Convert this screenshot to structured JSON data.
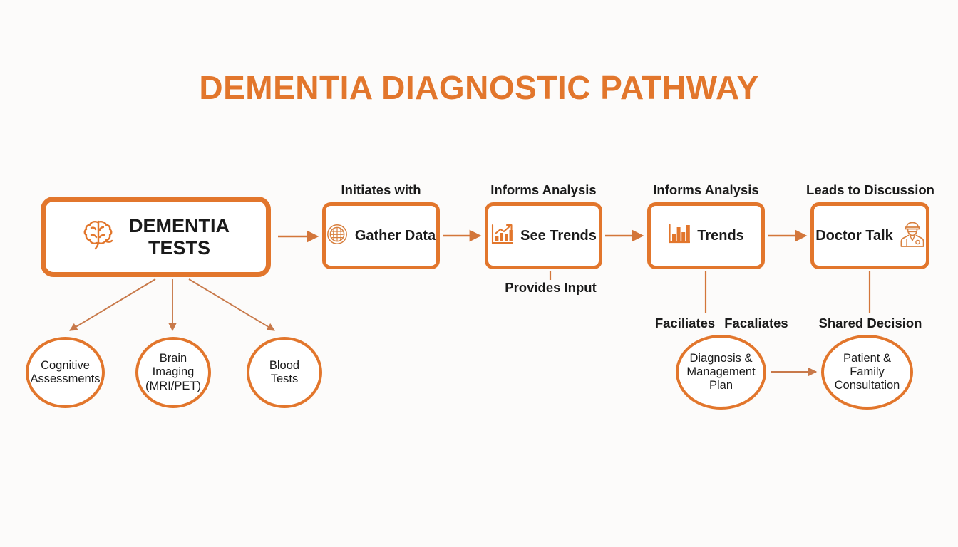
{
  "title": "DEMENTIA DIAGNOSTIC PATHWAY",
  "colors": {
    "accent": "#E2762C",
    "text": "#1A1A1A",
    "background": "#FCFBFA",
    "card": "#FFFFFF"
  },
  "main_node": {
    "label_line1": "DEMENTIA",
    "label_line2": "TESTS",
    "icon": "brain-icon"
  },
  "test_circles": [
    {
      "label": "Cognitive Assessments",
      "line1": "Cognitive",
      "line2": "Assessments",
      "line3": ""
    },
    {
      "label": "Brain Imaging (MRI/PET)",
      "line1": "Brain",
      "line2": "Imaging",
      "line3": "(MRI/PET)"
    },
    {
      "label": "Blood Tests",
      "line1": "Blood",
      "line2": "Tests",
      "line3": ""
    }
  ],
  "flow_steps": [
    {
      "caption": "Initiates with",
      "label": "Gather Data",
      "icon": "brain-circle-icon",
      "icon_side": "left"
    },
    {
      "caption": "Informs Analysis",
      "label": "See Trends",
      "icon": "trend-chart-icon",
      "icon_side": "left"
    },
    {
      "caption": "Informs Analysis",
      "label": "Trends",
      "icon": "bar-chart-icon",
      "icon_side": "left"
    },
    {
      "caption": "Leads to Discussion",
      "label": "Doctor Talk",
      "icon": "doctor-icon",
      "icon_side": "right"
    }
  ],
  "lower_captions": {
    "provides_input": "Provides Input",
    "facilitates_left": "Faciliates",
    "facilitates_right": "Facaliates",
    "shared_decision": "Shared Decision"
  },
  "outcome_circles": [
    {
      "label": "Diagnosis & Management Plan",
      "line1": "Diagnosis &",
      "line2": "Management",
      "line3": "Plan"
    },
    {
      "label": "Patient & Family Consultation",
      "line1": "Patient & Family",
      "line2": "Consultation",
      "line3": ""
    }
  ]
}
